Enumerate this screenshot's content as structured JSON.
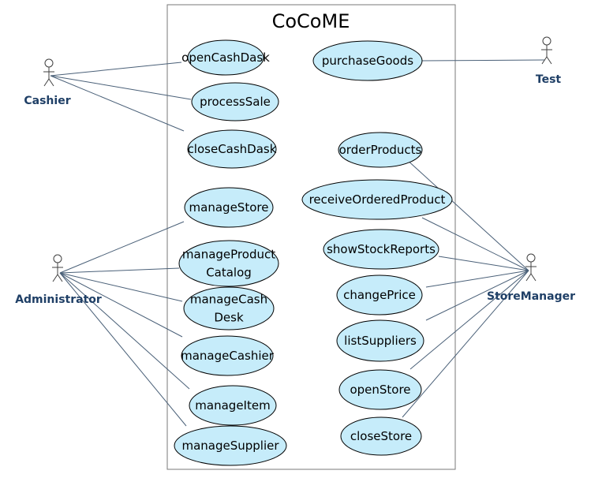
{
  "system": {
    "title": "CoCoME"
  },
  "actors": [
    {
      "id": "cashier",
      "label": "Cashier"
    },
    {
      "id": "test",
      "label": "Test"
    },
    {
      "id": "administrator",
      "label": "Administrator"
    },
    {
      "id": "storemanager",
      "label": "StoreManager"
    }
  ],
  "use_cases": [
    {
      "id": "openCashDask",
      "lines": [
        "openCashDask"
      ]
    },
    {
      "id": "processSale",
      "lines": [
        "processSale"
      ]
    },
    {
      "id": "closeCashDask",
      "lines": [
        "closeCashDask"
      ]
    },
    {
      "id": "purchaseGoods",
      "lines": [
        "purchaseGoods"
      ]
    },
    {
      "id": "orderProducts",
      "lines": [
        "orderProducts"
      ]
    },
    {
      "id": "receiveOrderedProduct",
      "lines": [
        "receiveOrderedProduct"
      ]
    },
    {
      "id": "showStockReports",
      "lines": [
        "showStockReports"
      ]
    },
    {
      "id": "changePrice",
      "lines": [
        "changePrice"
      ]
    },
    {
      "id": "listSuppliers",
      "lines": [
        "listSuppliers"
      ]
    },
    {
      "id": "openStore",
      "lines": [
        "openStore"
      ]
    },
    {
      "id": "closeStore",
      "lines": [
        "closeStore"
      ]
    },
    {
      "id": "manageStore",
      "lines": [
        "manageStore"
      ]
    },
    {
      "id": "manageProductCatalog",
      "lines": [
        "manageProduct",
        "Catalog"
      ]
    },
    {
      "id": "manageCashDesk",
      "lines": [
        "manageCash",
        "Desk"
      ]
    },
    {
      "id": "manageCashier",
      "lines": [
        "manageCashier"
      ]
    },
    {
      "id": "manageItem",
      "lines": [
        "manageItem"
      ]
    },
    {
      "id": "manageSupplier",
      "lines": [
        "manageSupplier"
      ]
    }
  ],
  "associations": [
    [
      "cashier",
      "openCashDask"
    ],
    [
      "cashier",
      "processSale"
    ],
    [
      "cashier",
      "closeCashDask"
    ],
    [
      "test",
      "purchaseGoods"
    ],
    [
      "administrator",
      "manageStore"
    ],
    [
      "administrator",
      "manageProductCatalog"
    ],
    [
      "administrator",
      "manageCashDesk"
    ],
    [
      "administrator",
      "manageCashier"
    ],
    [
      "administrator",
      "manageItem"
    ],
    [
      "administrator",
      "manageSupplier"
    ],
    [
      "storemanager",
      "orderProducts"
    ],
    [
      "storemanager",
      "receiveOrderedProduct"
    ],
    [
      "storemanager",
      "showStockReports"
    ],
    [
      "storemanager",
      "changePrice"
    ],
    [
      "storemanager",
      "listSuppliers"
    ],
    [
      "storemanager",
      "openStore"
    ],
    [
      "storemanager",
      "closeStore"
    ]
  ],
  "colors": {
    "usecase_fill": "#c6ecfa",
    "usecase_stroke": "#000000",
    "line": "#4a6078",
    "actor": "#404040",
    "actor_label": "#1f3f66"
  }
}
